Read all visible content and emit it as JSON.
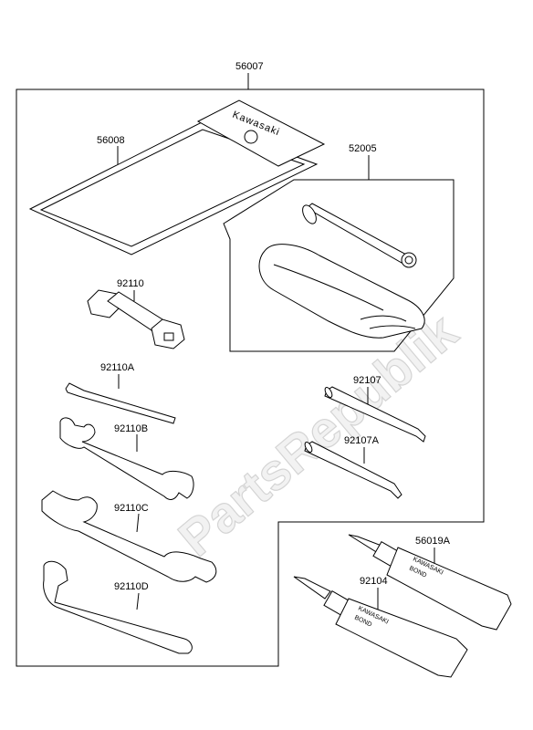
{
  "watermark": "PartsRepublik",
  "labels": {
    "p56007": "56007",
    "p56008": "56008",
    "p52005": "52005",
    "p92110": "92110",
    "p92110A": "92110A",
    "p92110B": "92110B",
    "p92110C": "92110C",
    "p92110D": "92110D",
    "p92107": "92107",
    "p92107A": "92107A",
    "p56019A": "56019A",
    "p92104": "92104"
  },
  "brand": {
    "bag": "Kawasaki",
    "tube1_brand": "KAWASAKI",
    "tube1_text": "BOND",
    "tube2_brand": "KAWASAKI",
    "tube2_text": "BOND"
  }
}
